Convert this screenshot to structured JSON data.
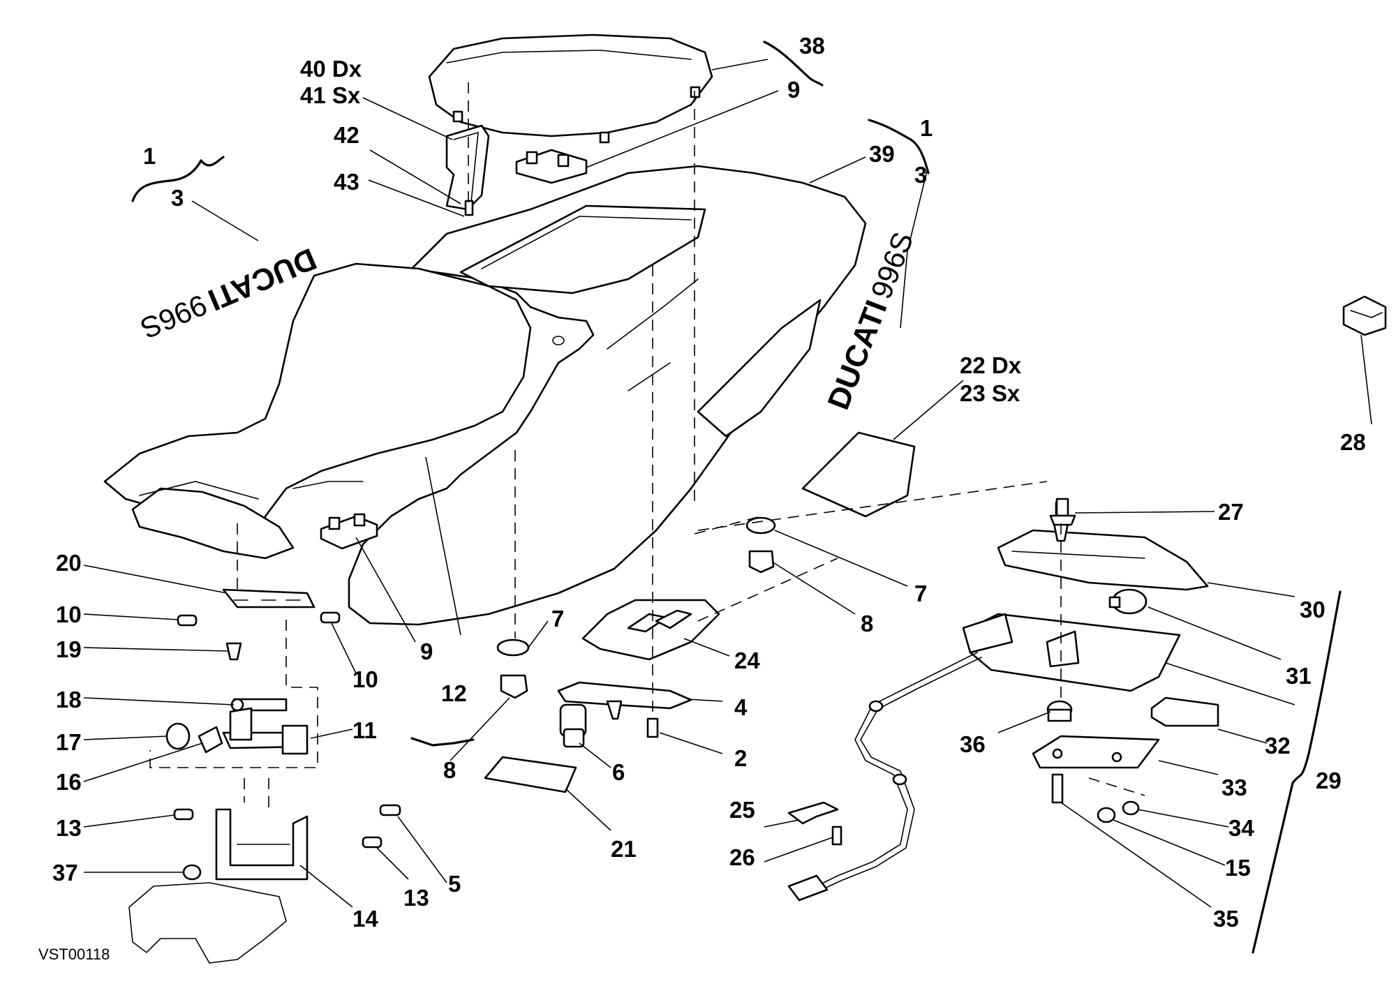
{
  "drawing": {
    "id": "VST00118",
    "brand_left": {
      "name": "DUCATI",
      "model": "996S"
    },
    "brand_right": {
      "name": "DUCATI",
      "model": "996S"
    }
  },
  "callouts": {
    "c1_left": "1",
    "c3_left": "3",
    "c40": "40 Dx",
    "c41": "41 Sx",
    "c42": "42",
    "c43": "43",
    "c38": "38",
    "c9_top": "9",
    "c1_right": "1",
    "c39": "39",
    "c3_right": "3",
    "c22": "22 Dx",
    "c23": "23 Sx",
    "c28": "28",
    "c27": "27",
    "c20": "20",
    "c10_a": "10",
    "c19": "19",
    "c10_b": "10",
    "c18": "18",
    "c17": "17",
    "c16": "16",
    "c11": "11",
    "c13_a": "13",
    "c37": "37",
    "c14": "14",
    "c13_b": "13",
    "c5": "5",
    "c9_mid": "9",
    "c12": "12",
    "c7_left": "7",
    "c8_left": "8",
    "c6": "6",
    "c21": "21",
    "c24": "24",
    "c4": "4",
    "c2": "2",
    "c7_right": "7",
    "c8_right": "8",
    "c30": "30",
    "c31": "31",
    "c29": "29",
    "c36": "36",
    "c32": "32",
    "c33": "33",
    "c34": "34",
    "c15": "15",
    "c35": "35",
    "c25": "25",
    "c26": "26"
  }
}
